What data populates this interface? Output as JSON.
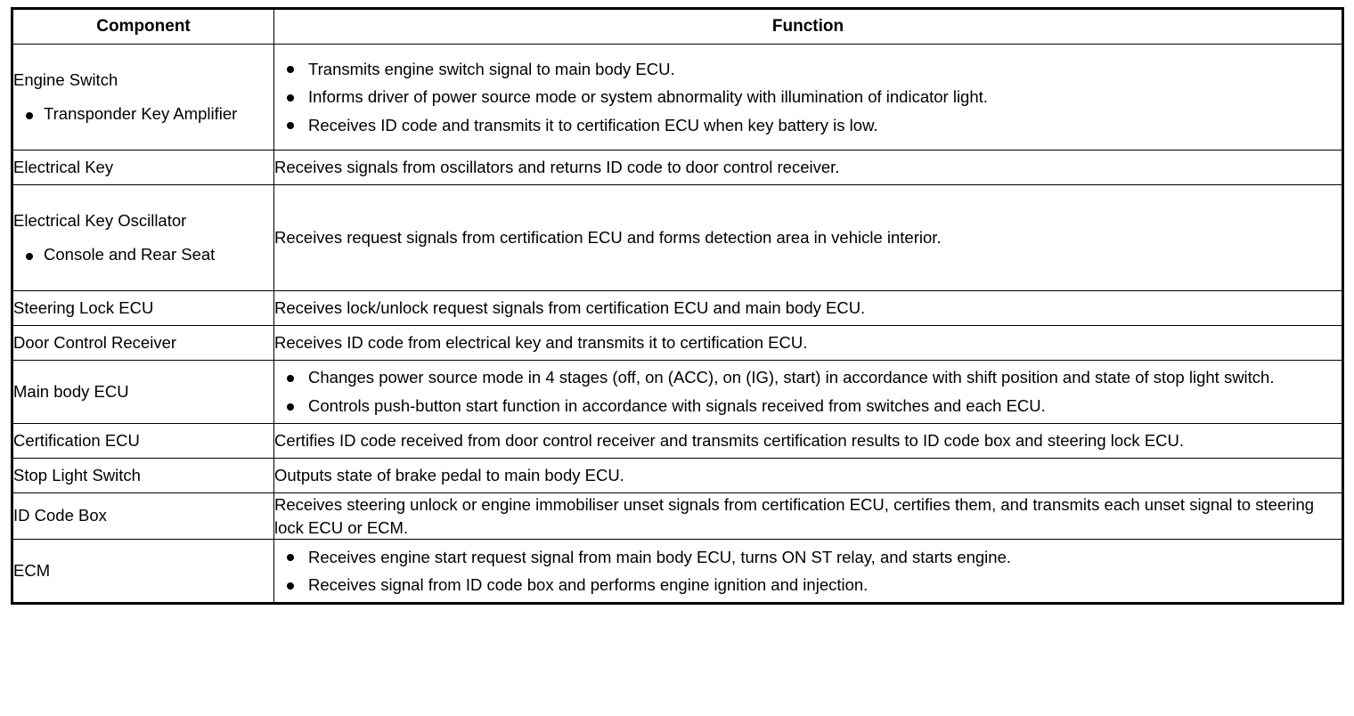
{
  "table": {
    "headers": {
      "component": "Component",
      "function": "Function"
    },
    "rows": [
      {
        "component": "Engine Switch",
        "component_subitems": [
          "Transponder Key Amplifier"
        ],
        "function_bullets": [
          "Transmits engine switch signal to main body ECU.",
          "Informs driver of power source mode or system abnormality with illumination of indicator light.",
          "Receives ID code and transmits it to certification ECU when key battery is low."
        ],
        "function_text": ""
      },
      {
        "component": "Electrical Key",
        "component_subitems": [],
        "function_bullets": [],
        "function_text": "Receives signals from oscillators and returns ID code to door control receiver."
      },
      {
        "component": "Electrical Key Oscillator",
        "component_subitems": [
          "Console and Rear Seat"
        ],
        "function_bullets": [],
        "function_text": "Receives request signals from certification ECU and forms detection area in vehicle interior."
      },
      {
        "component": "Steering Lock ECU",
        "component_subitems": [],
        "function_bullets": [],
        "function_text": "Receives lock/unlock request signals from certification ECU and main body ECU."
      },
      {
        "component": "Door Control Receiver",
        "component_subitems": [],
        "function_bullets": [],
        "function_text": "Receives ID code from electrical key and transmits it to certification ECU."
      },
      {
        "component": "Main body ECU",
        "component_subitems": [],
        "function_bullets": [
          "Changes power source mode in 4 stages (off, on (ACC), on (IG), start) in accordance with shift position and state of stop light switch.",
          "Controls push-button start function in accordance with signals received from switches and each ECU."
        ],
        "function_text": ""
      },
      {
        "component": "Certification ECU",
        "component_subitems": [],
        "function_bullets": [],
        "function_text": "Certifies ID code received from door control receiver and transmits certification results to ID code box and steering lock ECU."
      },
      {
        "component": "Stop Light Switch",
        "component_subitems": [],
        "function_bullets": [],
        "function_text": "Outputs state of brake pedal to main body ECU."
      },
      {
        "component": "ID Code Box",
        "component_subitems": [],
        "function_bullets": [],
        "function_text": "Receives steering unlock or engine immobiliser unset signals from certification ECU, certifies them, and transmits each unset signal to steering lock ECU or ECM."
      },
      {
        "component": "ECM",
        "component_subitems": [],
        "function_bullets": [
          "Receives engine start request signal from main body ECU, turns ON ST relay, and starts engine.",
          "Receives signal from ID code box and performs engine ignition and injection."
        ],
        "function_text": ""
      }
    ]
  },
  "colors": {
    "border": "#000000",
    "text": "#000000",
    "background": "#ffffff"
  }
}
